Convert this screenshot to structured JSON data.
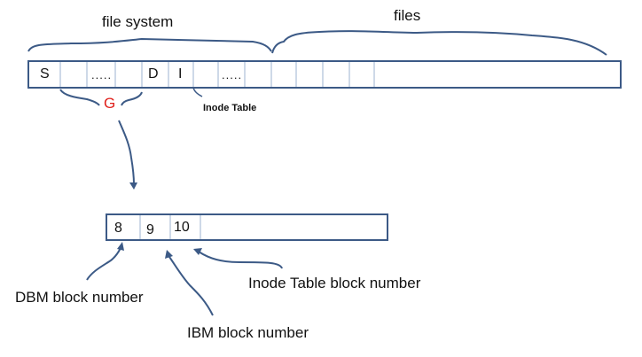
{
  "labels": {
    "file_system": "file system",
    "files": "files",
    "inode_table": "Inode Table",
    "group_marker": "G",
    "dbm_block_number": "DBM block number",
    "ibm_block_number": "IBM block number",
    "inode_table_block_number": "Inode Table block number"
  },
  "disk_strip": {
    "cell_1": "S",
    "cell_3": ".....",
    "cell_5": "D",
    "cell_6": "I",
    "cell_8": "....."
  },
  "group_descriptor": {
    "cell_1": "8",
    "cell_2": "9",
    "cell_3": "10"
  },
  "colors": {
    "line": "#3c5a86",
    "divider": "#9db3d1",
    "group_marker": "#e0201b"
  }
}
